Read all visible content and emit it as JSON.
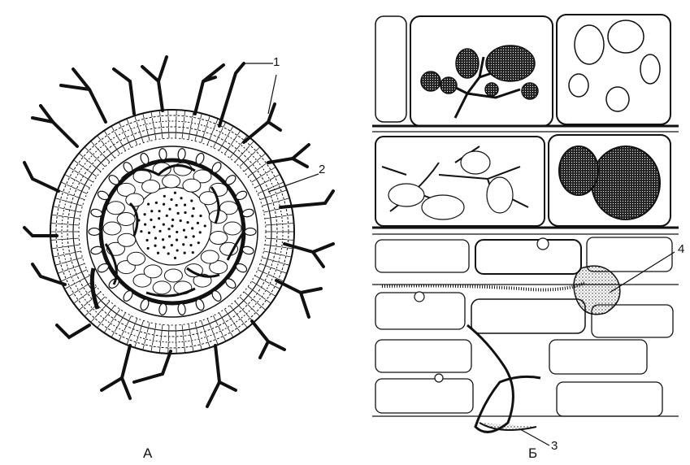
{
  "panels": [
    {
      "caption": "А",
      "description_labels": [
        "1",
        "2"
      ]
    },
    {
      "caption": "Б",
      "description_labels": [
        "3",
        "4"
      ]
    }
  ],
  "callouts": {
    "one": "1",
    "two": "2",
    "three": "3",
    "four": "4"
  },
  "colors": {
    "ink": "#111111",
    "paper": "#ffffff"
  }
}
